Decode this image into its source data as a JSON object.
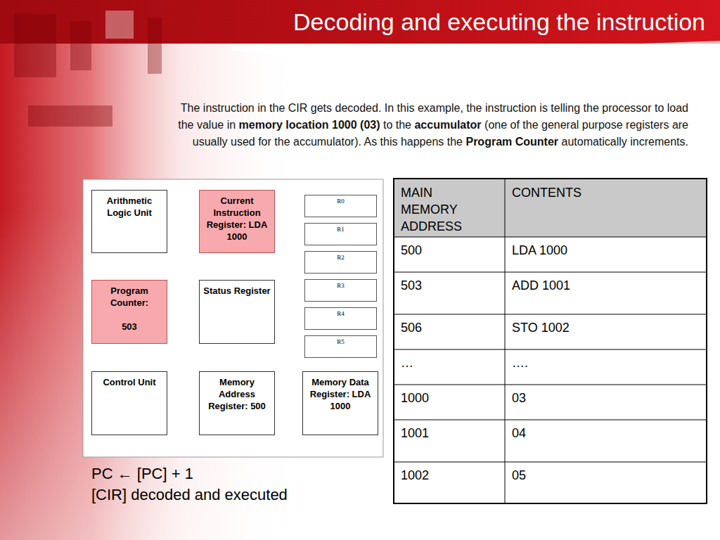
{
  "diagram": {
    "title": "Decoding and executing the instruction",
    "nodes": [
      {
        "text": [
          "Arithmetic Logic Unit"
        ]
      },
      {
        "text": [
          "Current Instruction Register: LDA 1000"
        ]
      },
      {
        "text": [
          "R0"
        ]
      },
      {
        "text": [
          "R1"
        ]
      },
      {
        "text": [
          "R2"
        ]
      },
      {
        "text": [
          "R3"
        ]
      },
      {
        "text": [
          "R4"
        ]
      },
      {
        "text": [
          "R5"
        ]
      },
      {
        "text": [
          "Program Counter:",
          "503"
        ]
      },
      {
        "text": [
          "Status Register"
        ]
      },
      {
        "text": [
          "Control Unit"
        ]
      },
      {
        "text": [
          "Memory Address Register: 500"
        ]
      },
      {
        "text": [
          "Memory Data Register: LDA 1000"
        ]
      }
    ],
    "labels": [
      "The instruction in the CIR gets decoded. In this example, the instruction is telling the processor to load the value in",
      "memory location 1000 (03)",
      "to the",
      "accumulator",
      "(one of the general purpose registers are usually used for the accumulator). As this happens the",
      "Program Counter",
      "automatically increments.",
      "PC ← [PC] + 1",
      "[CIR] decoded and executed",
      "MAIN MEMORY ADDRESS",
      "CONTENTS",
      "500",
      "LDA 1000",
      "503",
      "ADD 1001",
      "506",
      "STO 1002",
      "…",
      "….",
      "1000",
      "03",
      "1001",
      "04",
      "1002",
      "05"
    ]
  }
}
